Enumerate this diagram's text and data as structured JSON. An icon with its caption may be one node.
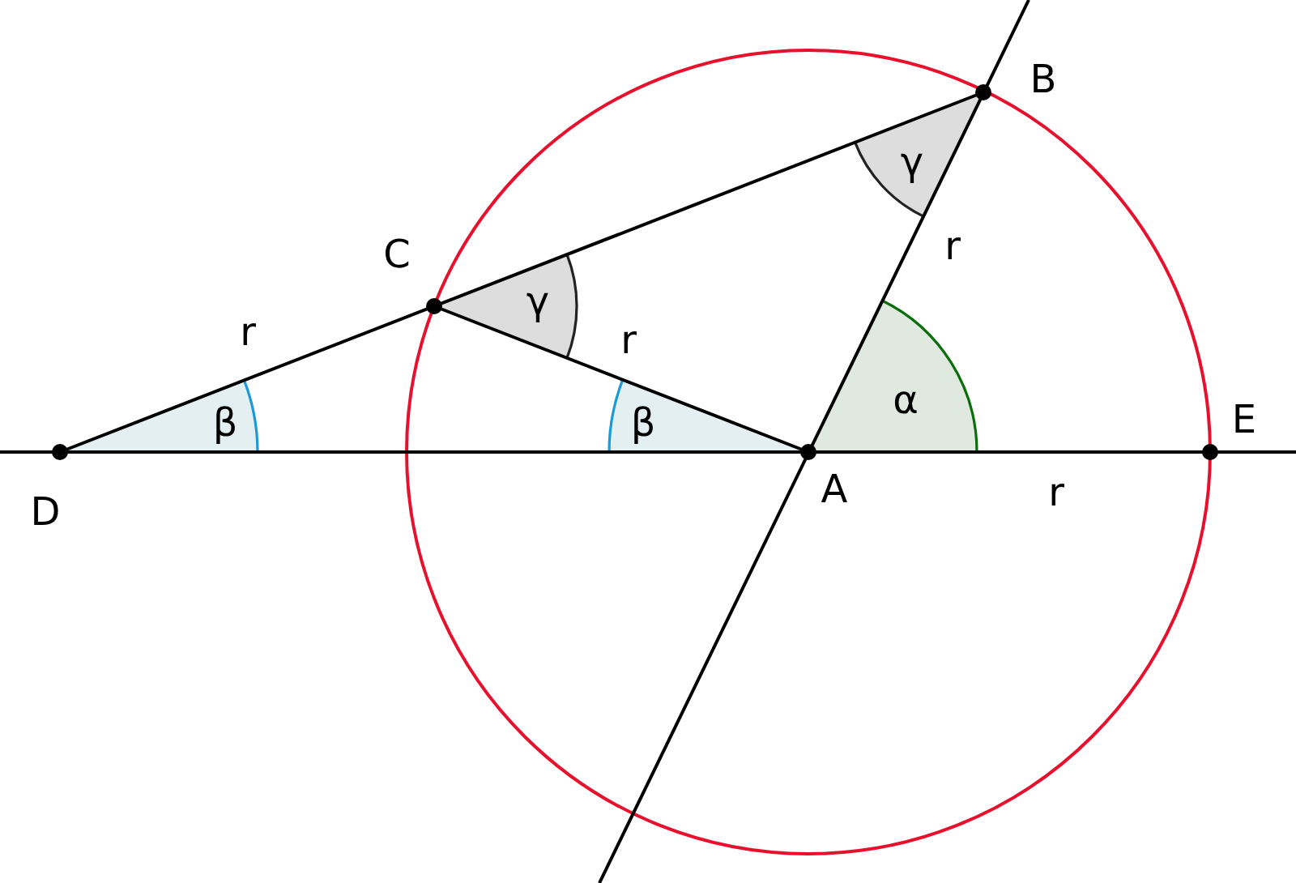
{
  "diagram": {
    "labels": [
      "B",
      "C",
      "γ",
      "r",
      "γ",
      "r",
      "r",
      "β",
      "β",
      "α",
      "E",
      "D",
      "A",
      "r"
    ]
  }
}
